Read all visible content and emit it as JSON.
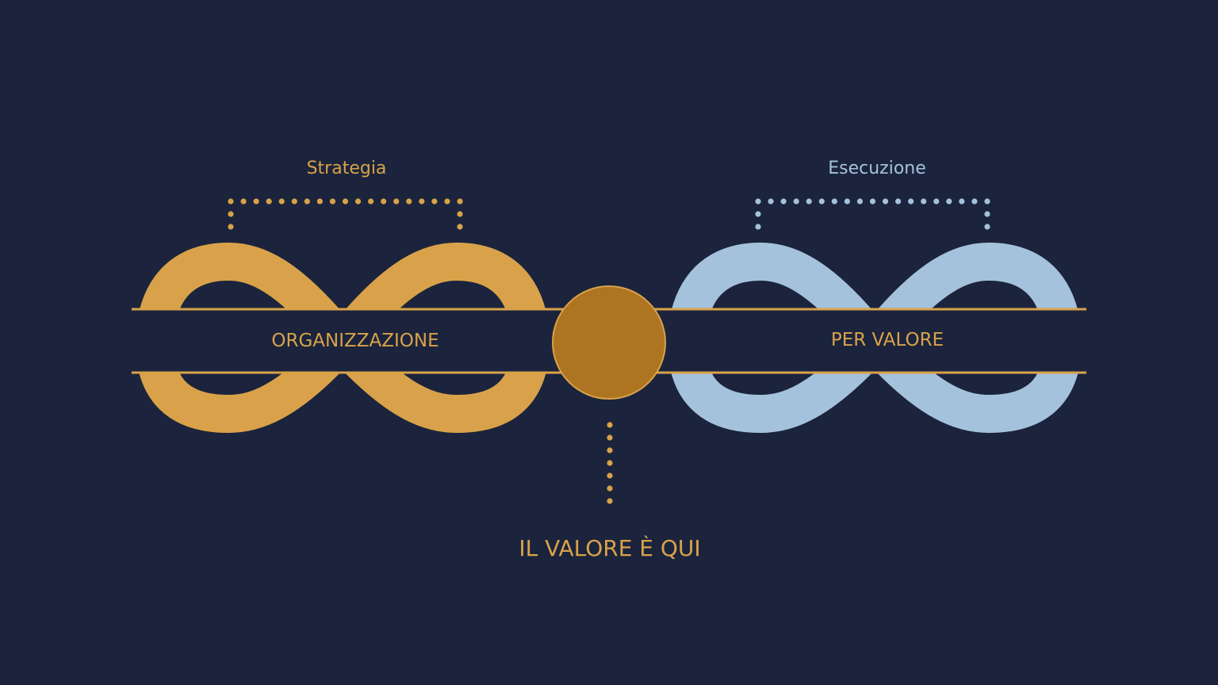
{
  "colors": {
    "background": "#1b243c",
    "gold": "#d9a24a",
    "gold_dark": "#ad7422",
    "light_blue": "#a5c2dc",
    "band_line": "#d9a24a"
  },
  "left_group": {
    "title": "Strategia",
    "band_label": "ORGANIZZAZIONE"
  },
  "right_group": {
    "title": "Esecuzione",
    "band_label": "PER VALORE"
  },
  "center": {
    "label": "IL VALORE È QUI"
  }
}
